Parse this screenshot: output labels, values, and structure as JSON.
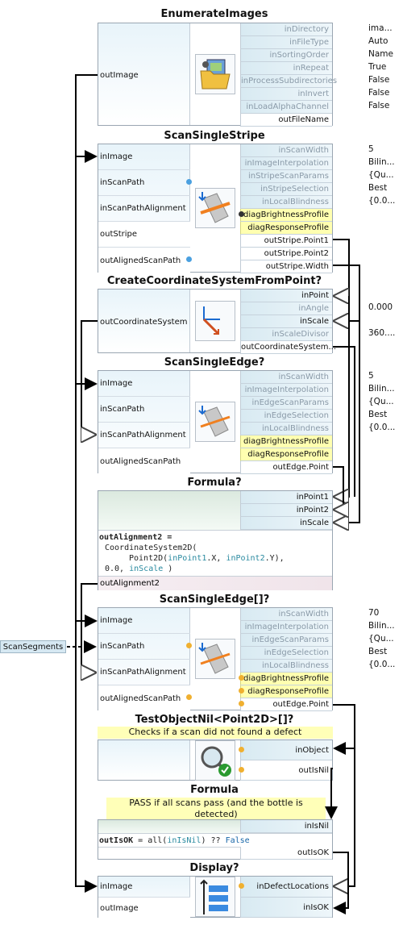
{
  "blocks": {
    "enumerate": {
      "title": "EnumerateImages",
      "out_image": "outImage",
      "inputs": [
        "inDirectory",
        "inFileType",
        "inSortingOrder",
        "inRepeat",
        "inProcessSubdirectories",
        "inInvert",
        "inLoadAlphaChannel"
      ],
      "output": "outFileName",
      "values": [
        "ima...",
        "Auto",
        "Name",
        "True",
        "False",
        "False",
        "False"
      ]
    },
    "stripe": {
      "title": "ScanSingleStripe",
      "left_ports": [
        "inImage",
        "inScanPath",
        "inScanPathAlignment",
        "outStripe",
        "outAlignedScanPath"
      ],
      "inputs": [
        "inScanWidth",
        "inImageInterpolation",
        "inStripeScanParams",
        "inStripeSelection",
        "inLocalBlindness"
      ],
      "yellow": [
        "diagBrightnessProfile",
        "diagResponseProfile"
      ],
      "outputs": [
        "outStripe.Point1",
        "outStripe.Point2",
        "outStripe.Width"
      ],
      "values": [
        "5",
        "Bilin...",
        "{Qu...",
        "Best",
        "{0.0..."
      ]
    },
    "coord": {
      "title": "CreateCoordinateSystemFromPoint?",
      "left": "outCoordinateSystem",
      "inputs": [
        "inPoint",
        "inAngle",
        "inScale",
        "inScaleDivisor"
      ],
      "output": "outCoordinateSystem...",
      "values": [
        "0.000",
        "360...."
      ]
    },
    "edge": {
      "title": "ScanSingleEdge?",
      "left_ports": [
        "inImage",
        "inScanPath",
        "inScanPathAlignment",
        "outAlignedScanPath"
      ],
      "inputs": [
        "inScanWidth",
        "inImageInterpolation",
        "inEdgeScanParams",
        "inEdgeSelection",
        "inLocalBlindness"
      ],
      "yellow": [
        "diagBrightnessProfile",
        "diagResponseProfile"
      ],
      "output": "outEdge.Point",
      "values": [
        "5",
        "Bilin...",
        "{Qu...",
        "Best",
        "{0.0..."
      ]
    },
    "formula": {
      "title": "Formula?",
      "inputs": [
        "inPoint1",
        "inPoint2",
        "inScale"
      ],
      "line1": "outAlignment2 =",
      "line2": "CoordinateSystem2D(",
      "line3a": "Point2D(",
      "line3b": "inPoint1",
      "line3c": ".X, ",
      "line3d": "inPoint2",
      "line3e": ".Y),",
      "line4a": "0.0, ",
      "line4b": "inScale",
      "line4c": " )",
      "output": "outAlignment2"
    },
    "edges": {
      "title": "ScanSingleEdge[]?",
      "left_ports": [
        "inImage",
        "inScanPath",
        "inScanPathAlignment",
        "outAlignedScanPath"
      ],
      "inputs": [
        "inScanWidth",
        "inImageInterpolation",
        "inEdgeScanParams",
        "inEdgeSelection",
        "inLocalBlindness"
      ],
      "yellow": [
        "diagBrightnessProfile",
        "diagResponseProfile"
      ],
      "output": "outEdge.Point",
      "values": [
        "70",
        "Bilin...",
        "{Qu...",
        "Best",
        "{0.0..."
      ]
    },
    "nil": {
      "title": "TestObjectNil<Point2D>[]?",
      "note": "Checks if a scan did not found a defect",
      "inputs": [
        "inObject",
        "outIsNil"
      ]
    },
    "formula2": {
      "title": "Formula",
      "note": "PASS if all scans pass (and the bottle is detected)",
      "input": "inIsNil",
      "code_a": "outIsOK",
      "code_b": " = ",
      "code_c": "all(",
      "code_d": "inIsNil",
      "code_e": ") ?? ",
      "code_f": "False",
      "output": "outIsOK"
    },
    "display": {
      "title": "Display?",
      "left_ports": [
        "inImage",
        "outImage"
      ],
      "inputs": [
        "inDefectLocations",
        "inIsOK"
      ]
    }
  },
  "scan_segments": "ScanSegments",
  "colors": {
    "wire": "#000000",
    "port_bg": "#d8eaf2",
    "yellow": "#ffffb0",
    "accent": "#2a8aa0"
  }
}
